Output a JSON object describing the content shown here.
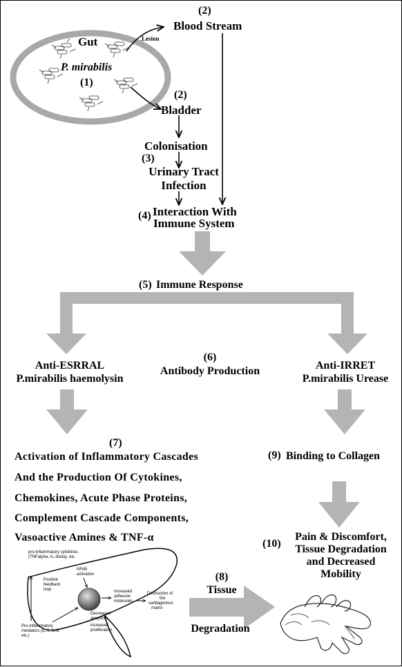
{
  "gut": {
    "label": "Gut",
    "organism": "P. mirabilis",
    "num": "(1)",
    "lesion": "Lesion"
  },
  "blood_stream": {
    "num": "(2)",
    "label": "Blood Stream"
  },
  "bladder": {
    "num": "(2)",
    "label": "Bladder"
  },
  "colonisation": {
    "label": "Colonisation"
  },
  "uti": {
    "num": "(3)",
    "line1": "Urinary Tract",
    "line2": "Infection"
  },
  "interaction": {
    "num": "(4)",
    "line1": "Interaction With",
    "line2": "Immune System"
  },
  "immune_response": {
    "num": "(5)",
    "label": "Immune Response"
  },
  "anti_esrral": {
    "line1": "Anti-ESRRAL",
    "line2": "P.mirabilis haemolysin"
  },
  "antibody": {
    "num": "(6)",
    "label": "Antibody Production"
  },
  "anti_irret": {
    "line1": "Anti-IRRET",
    "line2": "P.mirabilis Urease"
  },
  "inflammation": {
    "num": "(7)",
    "lines": [
      "Activation of Inflammatory Cascades",
      "And the Production Of Cytokines,",
      "Chemokines,  Acute Phase Proteins,",
      "Complement  Cascade Components,",
      "Vasoactive Amines & TNF-α"
    ]
  },
  "collagen": {
    "num": "(9)",
    "label": "Binding to Collagen"
  },
  "pain": {
    "num": "(10)",
    "line1": "Pain & Discomfort,",
    "line2": "Tissue Degradation",
    "line3": "and Decreased",
    "line4": "Mobility"
  },
  "tissue_degradation": {
    "num": "(8)",
    "line1": "Tissue",
    "line2": "Degradation"
  },
  "mini_diagram": {
    "cytokines": [
      "pro-inflammatory cytokines",
      "(TNFalpha, IL-1beta), etc."
    ],
    "nfkb": [
      "NFkB",
      "activation"
    ],
    "feedback": [
      "Positive",
      "feedback",
      "loop"
    ],
    "adhesion": [
      "increased",
      "adhesion",
      "molecules"
    ],
    "destruction": [
      "Destruction of",
      "the",
      "cartilagenous",
      "matrix"
    ],
    "apoptosis": [
      "Decreased",
      "apoptosis"
    ],
    "proliferation": [
      "increased",
      "proliferation"
    ],
    "mediators": [
      "Pro-inflammatory",
      "mediators (IL-6, IL-8,",
      "etc.)"
    ]
  },
  "colors": {
    "arrow_gray": "#b4b4b4",
    "ellipse_gray": "#a8a8a8"
  }
}
